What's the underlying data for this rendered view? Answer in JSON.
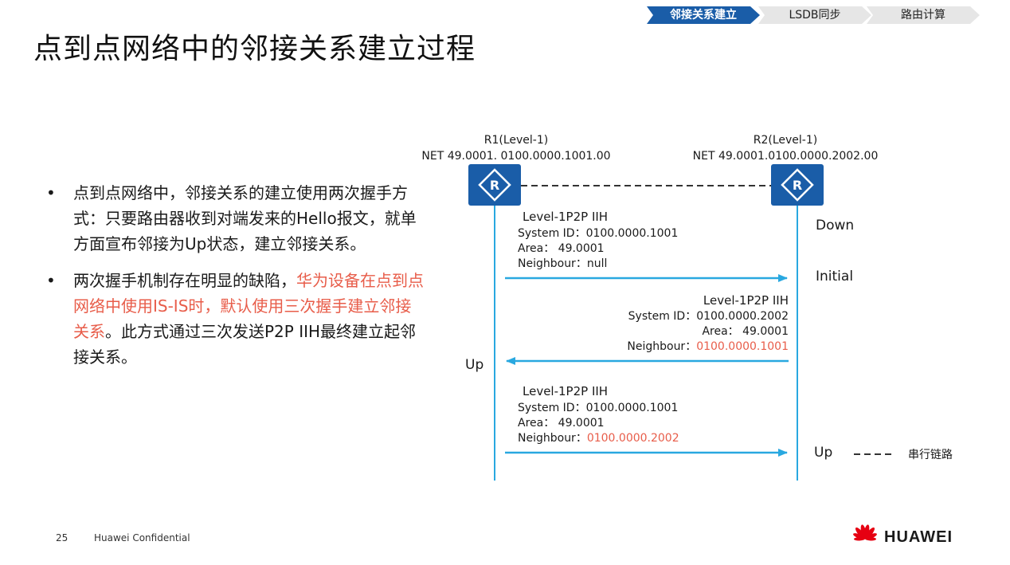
{
  "breadcrumb": {
    "steps": [
      "邻接关系建立",
      "LSDB同步",
      "路由计算"
    ]
  },
  "page_title": "点到点网络中的邻接关系建立过程",
  "bullets": [
    {
      "parts": [
        {
          "text": "点到点网络中，邻接关系的建立使用两次握手方式：只要路由器收到对端发来的Hello报文，就单方面宣布邻接为Up状态，建立邻接关系。",
          "highlight": false
        }
      ]
    },
    {
      "parts": [
        {
          "text": "两次握手机制存在明显的缺陷，",
          "highlight": false
        },
        {
          "text": "华为设备在点到点网络中使用IS-IS时，默认使用三次握手建立邻接关系",
          "highlight": true
        },
        {
          "text": "。此方式通过三次发送P2P IIH最终建立起邻接关系。",
          "highlight": false
        }
      ]
    }
  ],
  "diagram": {
    "r1": {
      "name": "R1(Level-1)",
      "net": "NET 49.0001. 0100.0000.1001.00"
    },
    "r2": {
      "name": "R2(Level-1)",
      "net": "NET 49.0001.0100.0000.2002.00"
    },
    "messages": [
      {
        "title": "Level-1P2P IIH",
        "system_id": "System ID：0100.0000.1001",
        "area": "Area：  49.0001",
        "neighbour_label": "Neighbour：",
        "neighbour_value": "null"
      },
      {
        "title": "Level-1P2P IIH",
        "system_id": "System ID：0100.0000.2002",
        "area": "Area：  49.0001",
        "neighbour_label": "Neighbour：",
        "neighbour_value": "0100.0000.1001"
      },
      {
        "title": "Level-1P2P IIH",
        "system_id": "System ID：0100.0000.1001",
        "area": "Area：  49.0001",
        "neighbour_label": "Neighbour：",
        "neighbour_value": "0100.0000.2002"
      }
    ],
    "states": {
      "r2_down": "Down",
      "r2_initial": "Initial",
      "r1_up": "Up",
      "r2_up": "Up"
    },
    "legend": {
      "label": "串行链路",
      "symbol": "- - - -"
    }
  },
  "footer": {
    "page_number": "25",
    "confidential": "Huawei Confidential",
    "logo_text": "HUAWEI"
  },
  "colors": {
    "accent_blue": "#1a5da8",
    "arrow_blue": "#29a8e0",
    "highlight_red": "#e85d4a"
  }
}
